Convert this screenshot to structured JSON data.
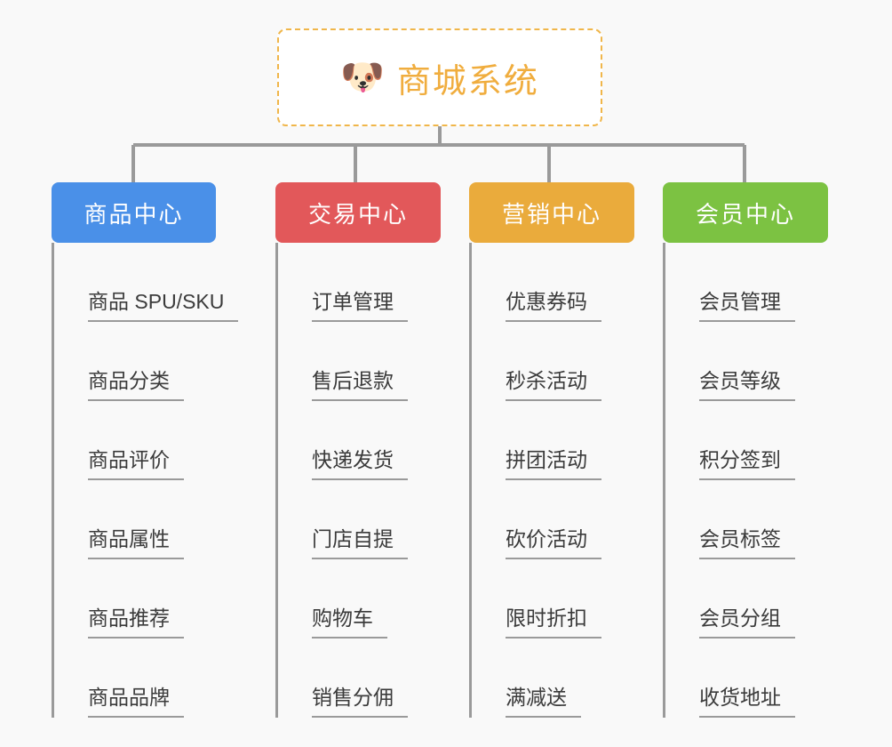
{
  "diagram": {
    "type": "mind-map",
    "background_color": "#f9f9f9",
    "root": {
      "title": "商城系统",
      "icon": "shiba-dog-icon",
      "icon_glyph": "🐶",
      "text_color": "#f0ad3e",
      "border_color": "#f0b64a",
      "fill_color": "#ffffff"
    },
    "connector_color": "#9a9a9a",
    "branches": [
      {
        "label": "商品中心",
        "color": "#4a90e8",
        "width": 185,
        "leaves": [
          "商品 SPU/SKU",
          "商品分类",
          "商品评价",
          "商品属性",
          "商品推荐",
          "商品品牌"
        ]
      },
      {
        "label": "交易中心",
        "color": "#e2585a",
        "width": 186,
        "leaves": [
          "订单管理",
          "售后退款",
          "快递发货",
          "门店自提",
          "购物车",
          "销售分佣"
        ]
      },
      {
        "label": "营销中心",
        "color": "#eaab3c",
        "width": 186,
        "leaves": [
          "优惠券码",
          "秒杀活动",
          "拼团活动",
          "砍价活动",
          "限时折扣",
          "满减送"
        ]
      },
      {
        "label": "会员中心",
        "color": "#7cc242",
        "width": 186,
        "leaves": [
          "会员管理",
          "会员等级",
          "积分签到",
          "会员标签",
          "会员分组",
          "收货地址"
        ]
      }
    ]
  }
}
